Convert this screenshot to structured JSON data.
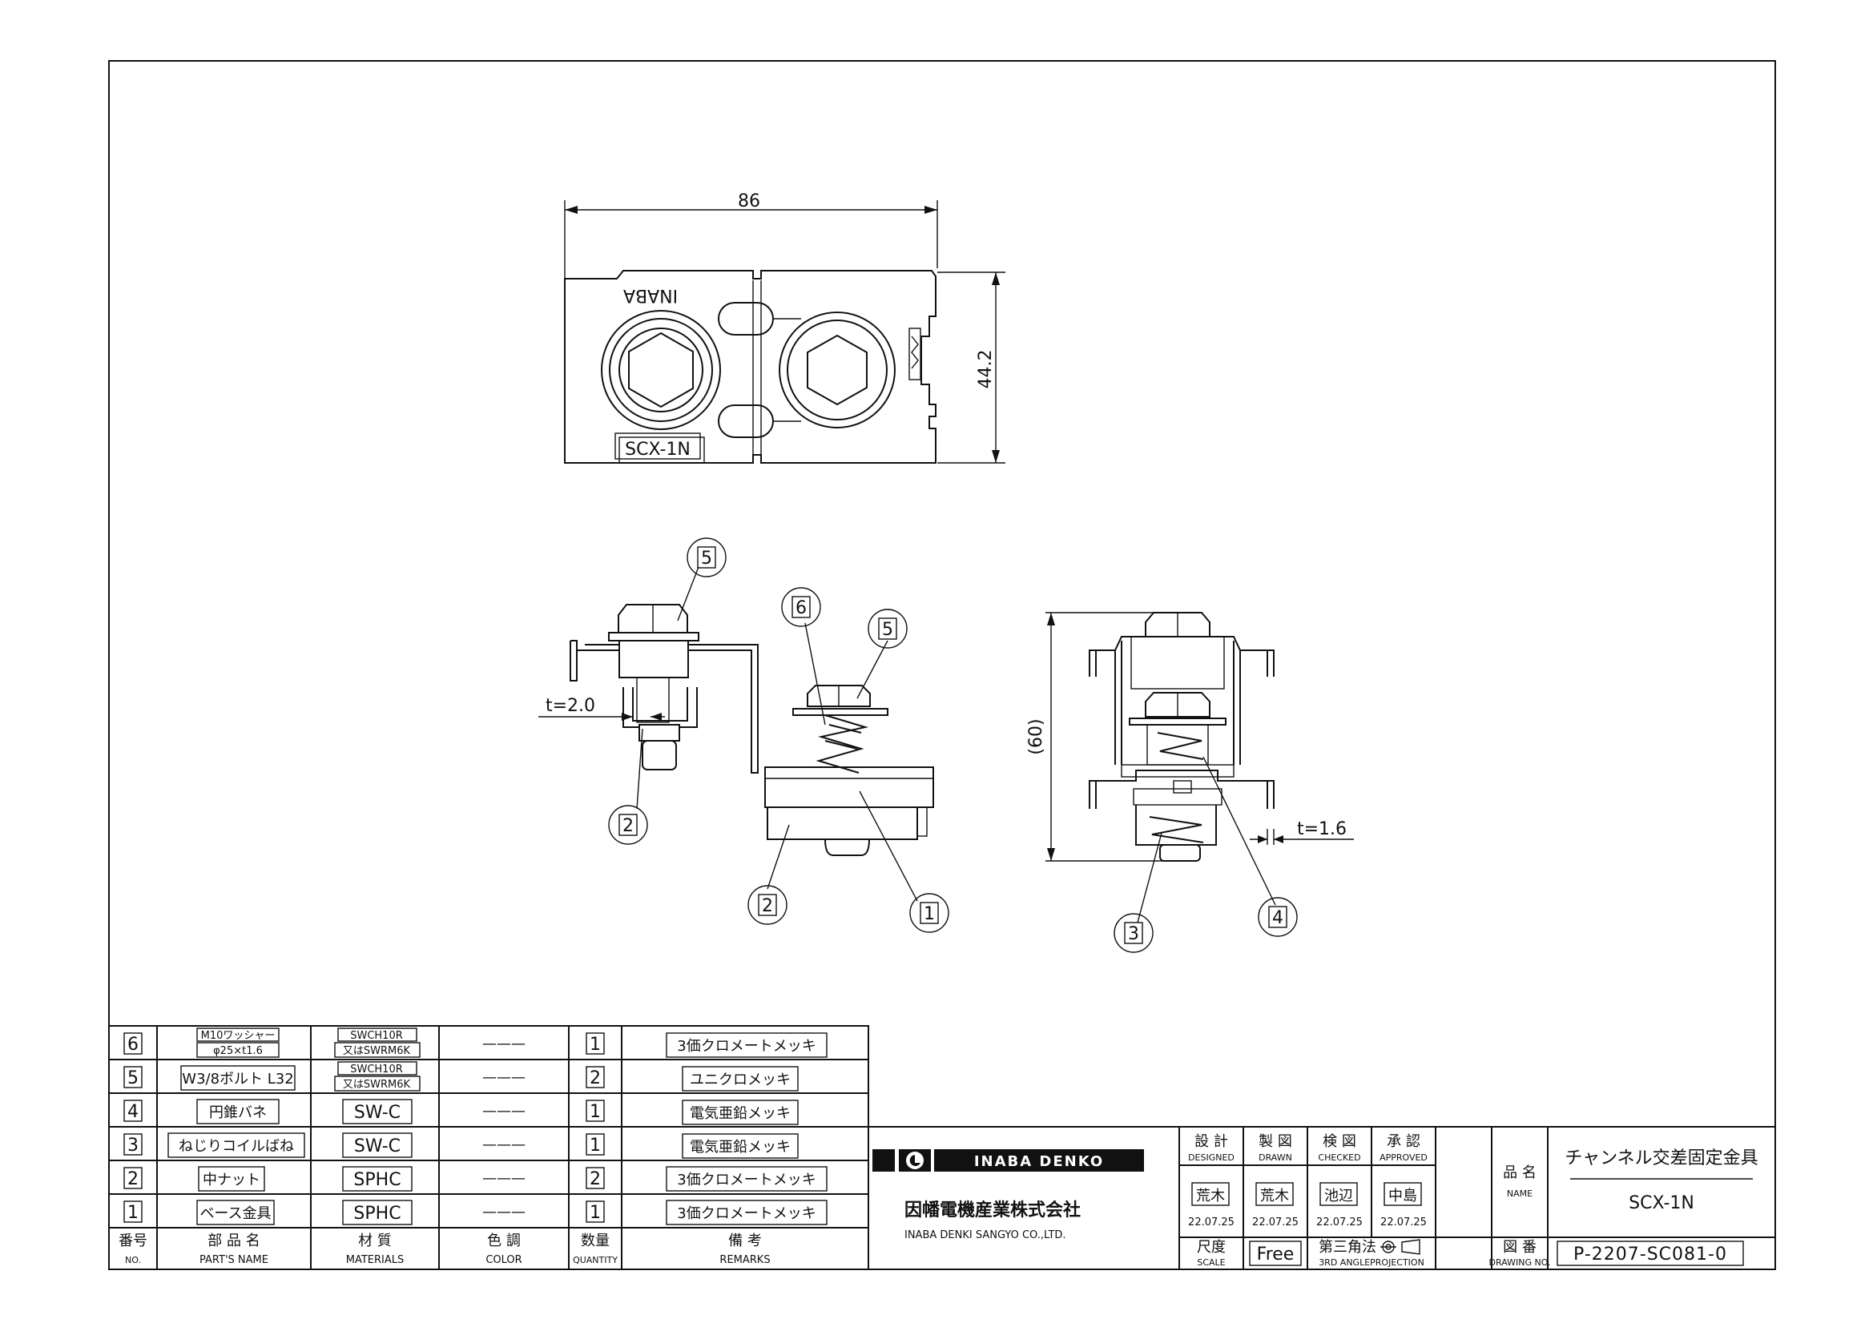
{
  "drawing": {
    "top_view": {
      "width_dim": "86",
      "height_dim": "44.2",
      "stamp_text": "INABA",
      "label_box": "SCX-1N"
    },
    "side_view": {
      "callouts": [
        "5",
        "6",
        "5",
        "2",
        "2",
        "1"
      ],
      "thickness": "t=2.0"
    },
    "front_view": {
      "height_dim": "(60)",
      "callouts": [
        "3",
        "4"
      ],
      "thickness": "t=1.6"
    }
  },
  "parts_table": {
    "headers": {
      "no": "番号",
      "no_en": "NO.",
      "name": "部 品 名",
      "name_en": "PART'S NAME",
      "material": "材 質",
      "material_en": "MATERIALS",
      "color": "色 調",
      "color_en": "COLOR",
      "qty": "数量",
      "qty_en": "QUANTITY",
      "remarks": "備 考",
      "remarks_en": "REMARKS"
    },
    "rows": [
      {
        "no": "6",
        "name_l1": "M10ワッシャー",
        "name_l2": "φ25×t1.6",
        "mat_l1": "SWCH10R",
        "mat_l2": "又はSWRM6K",
        "color": "———",
        "qty": "1",
        "remarks": "3価クロメートメッキ"
      },
      {
        "no": "5",
        "name": "W3/8ボルト L32",
        "mat_l1": "SWCH10R",
        "mat_l2": "又はSWRM6K",
        "color": "———",
        "qty": "2",
        "remarks": "ユニクロメッキ"
      },
      {
        "no": "4",
        "name": "円錐バネ",
        "mat": "SW-C",
        "color": "———",
        "qty": "1",
        "remarks": "電気亜鉛メッキ"
      },
      {
        "no": "3",
        "name": "ねじりコイルばね",
        "mat": "SW-C",
        "color": "———",
        "qty": "1",
        "remarks": "電気亜鉛メッキ"
      },
      {
        "no": "2",
        "name": "中ナット",
        "mat": "SPHC",
        "color": "———",
        "qty": "2",
        "remarks": "3価クロメートメッキ"
      },
      {
        "no": "1",
        "name": "ベース金具",
        "mat": "SPHC",
        "color": "———",
        "qty": "1",
        "remarks": "3価クロメートメッキ"
      }
    ]
  },
  "title_block": {
    "brand": "INABA DENKO",
    "company_jp": "因幡電機産業株式会社",
    "company_en": "INABA DENKI SANGYO CO.,LTD.",
    "roles": [
      {
        "jp": "設 計",
        "en": "DESIGNED",
        "name": "荒木",
        "date": "22.07.25"
      },
      {
        "jp": "製 図",
        "en": "DRAWN",
        "name": "荒木",
        "date": "22.07.25"
      },
      {
        "jp": "検 図",
        "en": "CHECKED",
        "name": "池辺",
        "date": "22.07.25"
      },
      {
        "jp": "承 認",
        "en": "APPROVED",
        "name": "中島",
        "date": "22.07.25"
      }
    ],
    "scale_jp": "尺度",
    "scale_en": "SCALE",
    "scale_value": "Free",
    "projection_jp": "第三角法",
    "projection_en": "3RD ANGLEPROJECTION",
    "name_jp": "品 名",
    "name_en": "NAME",
    "product_name": "チャンネル交差固定金具",
    "product_code": "SCX-1N",
    "drawing_no_jp": "図 番",
    "drawing_no_en": "DRAWING NO.",
    "drawing_no": "P-2207-SC081-0"
  }
}
